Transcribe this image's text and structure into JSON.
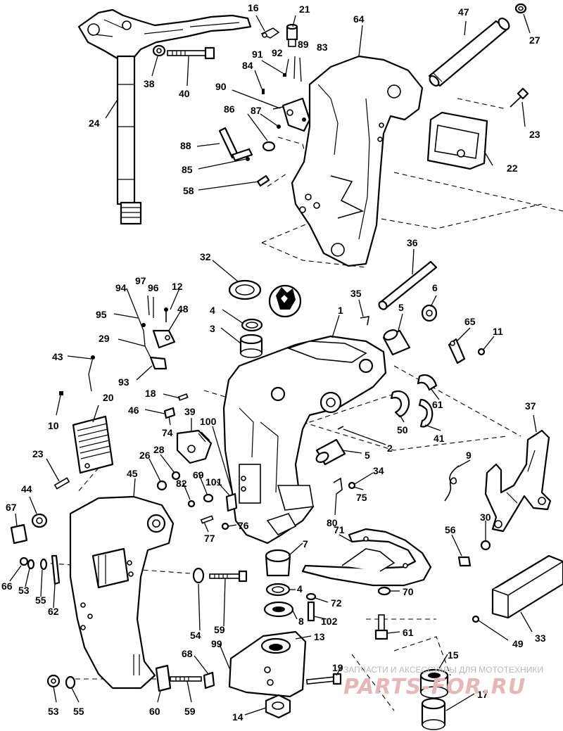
{
  "callouts": {
    "c16": "16",
    "c21": "21",
    "c64": "64",
    "c47": "47",
    "c27": "27",
    "c91": "91",
    "c92": "92",
    "c89": "89",
    "c83": "83",
    "c84": "84",
    "c90": "90",
    "c86": "86",
    "c87": "87",
    "c88": "88",
    "c85": "85",
    "c58": "58",
    "c38": "38",
    "c40": "40",
    "c24": "24",
    "c23a": "23",
    "c22": "22",
    "c36": "36",
    "c32": "32",
    "c94": "94",
    "c97": "97",
    "c96": "96",
    "c12": "12",
    "c48": "48",
    "c95": "95",
    "c4a": "4",
    "c3": "3",
    "c35": "35",
    "c5a": "5",
    "c6": "6",
    "c1": "1",
    "c65": "65",
    "c11": "11",
    "c29": "29",
    "c43": "43",
    "c93": "93",
    "c18": "18",
    "c46": "46",
    "c39": "39",
    "c74": "74",
    "c100": "100",
    "c20": "20",
    "c10": "10",
    "c61a": "61",
    "c50": "50",
    "c41": "41",
    "c2": "2",
    "c37": "37",
    "c5b": "5",
    "c34": "34",
    "c9": "9",
    "c23b": "23",
    "c26": "26",
    "c28": "28",
    "c82": "82",
    "c69": "69",
    "c101": "101",
    "c75": "75",
    "c80": "80",
    "c44": "44",
    "c45": "45",
    "c67": "67",
    "c77": "77",
    "c76": "76",
    "c30": "30",
    "c56": "56",
    "c7": "7",
    "c71": "71",
    "c66": "66",
    "c53a": "53",
    "c55a": "55",
    "c62": "62",
    "c54": "54",
    "c59a": "59",
    "c4b": "4",
    "c72": "72",
    "c70": "70",
    "c8": "8",
    "c102": "102",
    "c61b": "61",
    "c33": "33",
    "c49": "49",
    "c13": "13",
    "c68": "68",
    "c99": "99",
    "c19": "19",
    "c15": "15",
    "c60": "60",
    "c59b": "59",
    "c53b": "53",
    "c55b": "55",
    "c14": "14",
    "c17": "17"
  },
  "watermark": {
    "caption": "ЗАПЧАСТИ И АКСЕССУАРЫ ДЛЯ МОТОТЕХНИКИ",
    "logo": "PARTS-FOR.RU"
  }
}
